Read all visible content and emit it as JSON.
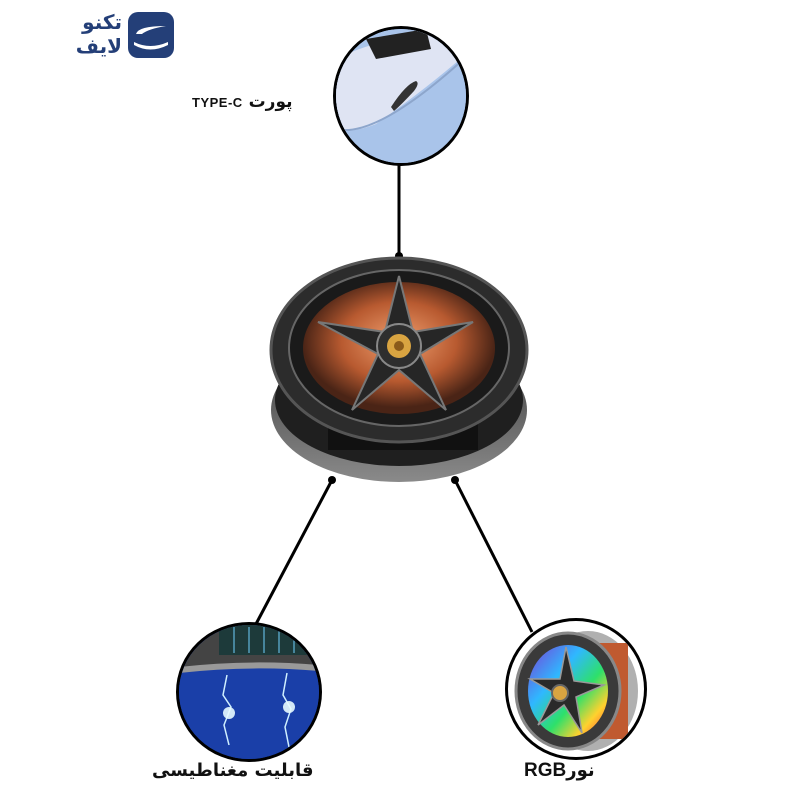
{
  "brand": {
    "name_line1": "تکنو",
    "name_line2": "لایف",
    "color": "#243f78"
  },
  "product": {
    "image": "phone-cooler-fan",
    "colors": {
      "body": "#2b2b2b",
      "accent": "#c2693a",
      "center": "#d9a441"
    }
  },
  "features": [
    {
      "id": "type-c-port",
      "label_fa": "پورت",
      "label_en": "TYPE-C",
      "icon": "type-c-port-closeup"
    },
    {
      "id": "magnetic",
      "label_fa": "قابلیت مغناطیسی",
      "icon": "magnetic-lightning-closeup"
    },
    {
      "id": "rgb-light",
      "label_fa": "نور",
      "label_en": "RGB",
      "icon": "rgb-fan-closeup"
    }
  ]
}
